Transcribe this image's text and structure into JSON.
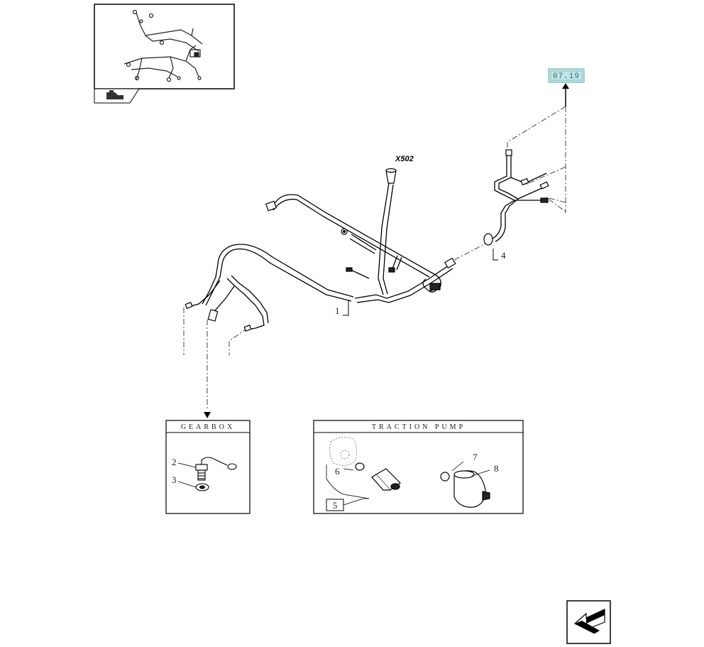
{
  "connector_label": "X502",
  "page_reference": "07.19",
  "insets": {
    "gearbox": {
      "title": "GEARBOX"
    },
    "traction_pump": {
      "title": "TRACTION PUMP"
    }
  },
  "callouts": {
    "c1": "1",
    "c2": "2",
    "c3": "3",
    "c4": "4",
    "c5": "5",
    "c6": "6",
    "c7": "7",
    "c8": "8"
  },
  "icons": {
    "thumbnail": "assembly-thumbnail",
    "corner": "tractor-icon",
    "next_page": "back-arrow-icon"
  },
  "colors": {
    "line": "#000000",
    "page_ref_fill": "#bfe6e6",
    "page_ref_text": "#3a6b6b"
  }
}
